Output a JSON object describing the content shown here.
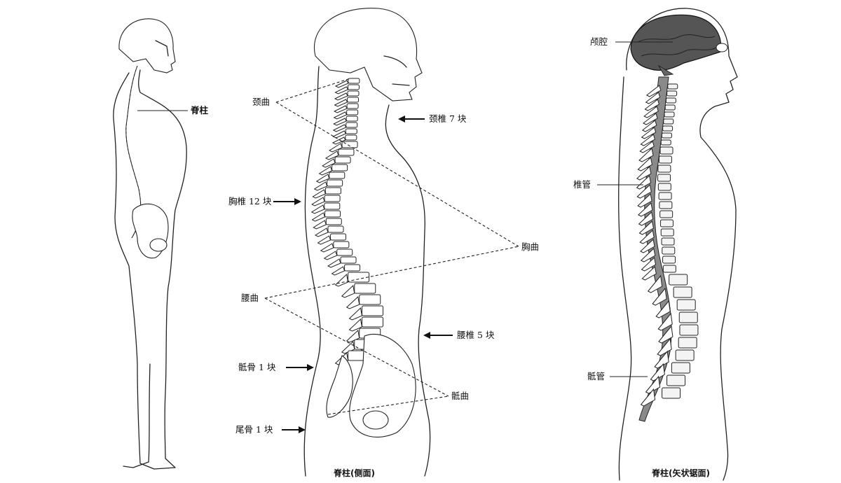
{
  "labels": {
    "figure1_spine": "脊柱",
    "cervical_curve": "颈曲",
    "cervical_vertebrae": "颈椎 7 块",
    "thoracic_vertebrae": "胸椎 12 块",
    "thoracic_curve": "胸曲",
    "lumbar_curve": "腰曲",
    "lumbar_vertebrae": "腰椎 5 块",
    "sacrum": "骶骨 1 块",
    "sacral_curve": "骶曲",
    "coccyx": "尾骨 1 块",
    "caption_lateral": "脊柱(侧面)",
    "cranial_cavity": "颅腔",
    "vertebral_canal": "椎管",
    "sacral_canal": "骶管",
    "caption_sagittal": "脊柱(矢状锯面)"
  }
}
